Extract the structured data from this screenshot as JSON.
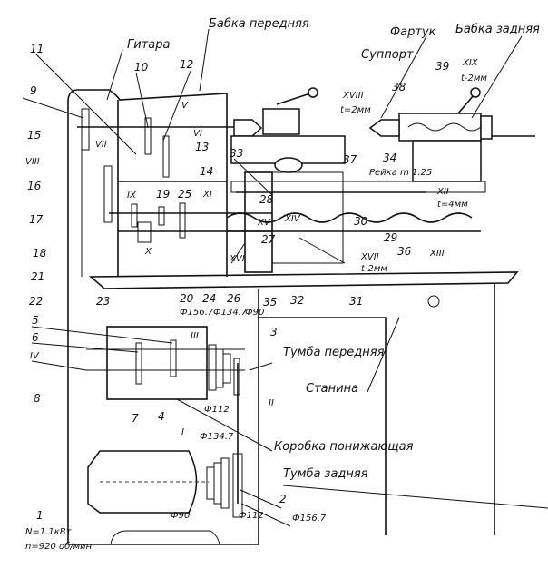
{
  "assemblies": {
    "headstock": "Бабка передняя",
    "gear_train": "Гитара",
    "apron": "Фартук",
    "tailstock": "Бабка задняя",
    "carriage": "Суппорт",
    "front_pedestal": "Тумба передняя",
    "bed": "Станина",
    "reduction_box": "Коробка понижающая",
    "rear_pedestal": "Тумба задняя",
    "rack": "Рейка m 1.25"
  },
  "motor": {
    "number": "1",
    "power": "N=1.1кВт",
    "speed": "n=920 об/мин"
  },
  "part_numbers": [
    "2",
    "3",
    "4",
    "5",
    "6",
    "7",
    "8",
    "9",
    "10",
    "11",
    "12",
    "13",
    "14",
    "15",
    "16",
    "17",
    "18",
    "19",
    "20",
    "21",
    "22",
    "23",
    "24",
    "25",
    "26",
    "27",
    "28",
    "29",
    "30",
    "31",
    "32",
    "33",
    "34",
    "35",
    "36",
    "37",
    "38",
    "39"
  ],
  "shafts": {
    "I": "I",
    "II": "II",
    "III": "III",
    "IV": "IV",
    "V": "V",
    "VI": "VI",
    "VII": "VII",
    "VIII": "VIII",
    "IX": "IX",
    "X": "X",
    "XI": "XI",
    "XII": "XII",
    "XIII": "XIII",
    "XIV": "XIV",
    "XV": "XV",
    "XVI": "XVI",
    "XVII": "XVII",
    "XVIII": "XVIII",
    "XIX": "XIX"
  },
  "pitches": {
    "XII": "t=4мм",
    "XVII": "t-2мм",
    "XVIII": "t=2мм",
    "XIX": "t-2мм"
  },
  "diameters": {
    "upper_pulley": [
      "Ф156.7",
      "Ф134.7",
      "Ф90"
    ],
    "upper_small": "Ф112",
    "motor_pulley_top": "Ф134.7",
    "motor_pulley_bottom": "Ф90",
    "belt_pulley_112": "Ф112",
    "belt_pulley_156": "Ф156.7"
  }
}
